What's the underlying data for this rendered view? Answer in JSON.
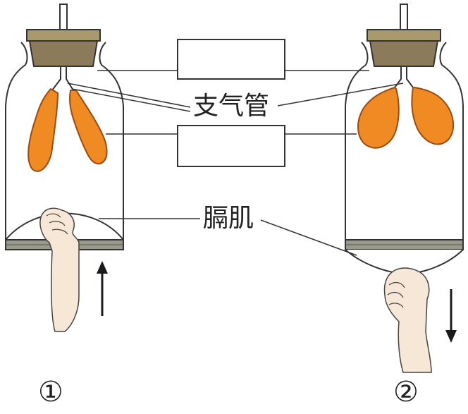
{
  "labels": {
    "bronchi": "支气管",
    "diaphragm": "膈肌"
  },
  "captions": {
    "model_1": "①",
    "model_2": "②"
  },
  "blank_boxes": [
    {
      "text": ""
    },
    {
      "text": ""
    }
  ],
  "colors": {
    "lung": "#f08a22",
    "lung_outline": "#9c4a12",
    "cork": "#8b7b5a",
    "cork_top": "#a8996f",
    "outline": "#333333",
    "membrane_band": "#9a9a8a",
    "skin": "#f7e7d6",
    "arrow": "#1a1a1a"
  },
  "icons": {
    "arrow_up": "arrow-up-icon",
    "arrow_down": "arrow-down-icon",
    "hand": "hand-icon"
  }
}
